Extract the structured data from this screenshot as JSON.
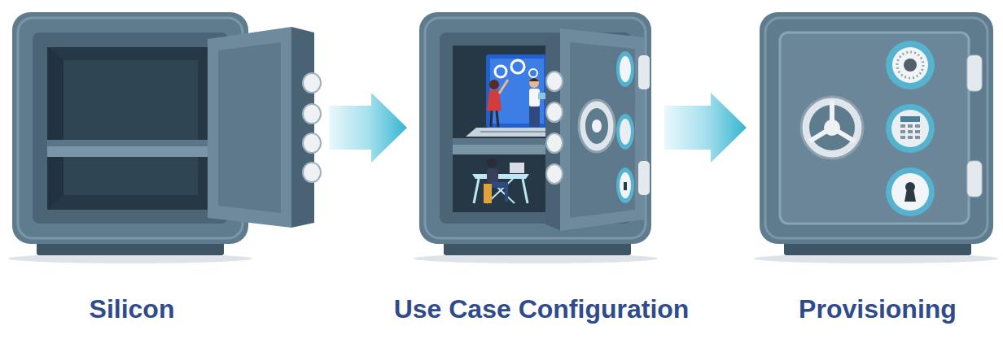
{
  "diagram": {
    "nodes": [
      {
        "text": [
          "Silicon"
        ]
      },
      {
        "text": [
          "Use Case Configuration"
        ]
      },
      {
        "text": [
          "Provisioning"
        ]
      }
    ],
    "edges": [
      {
        "from": 0,
        "to": 1,
        "arrow": "to"
      },
      {
        "from": 1,
        "to": 2,
        "arrow": "to"
      }
    ]
  }
}
